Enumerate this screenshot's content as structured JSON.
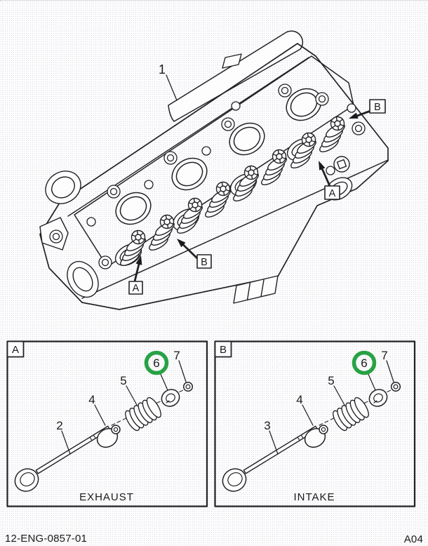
{
  "document": {
    "number": "12-ENG-0857-01",
    "page_code": "A04"
  },
  "main_figure": {
    "part_label": "1",
    "callout_upper_right": "B",
    "callout_right": "A",
    "callout_lower_center": "B",
    "callout_lower_left": "A"
  },
  "panels": [
    {
      "letter": "A",
      "caption": "EXHAUST",
      "labels": {
        "valve": "2",
        "seal": "4",
        "spring": "5",
        "retainer": "6",
        "keeper": "7"
      },
      "highlighted_label": "6"
    },
    {
      "letter": "B",
      "caption": "INTAKE",
      "labels": {
        "valve": "3",
        "seal": "4",
        "spring": "5",
        "retainer": "6",
        "keeper": "7"
      },
      "highlighted_label": "6"
    }
  ],
  "colors": {
    "highlight_green": "#27a244",
    "line": "#222226",
    "background": "#fdfdfe"
  }
}
